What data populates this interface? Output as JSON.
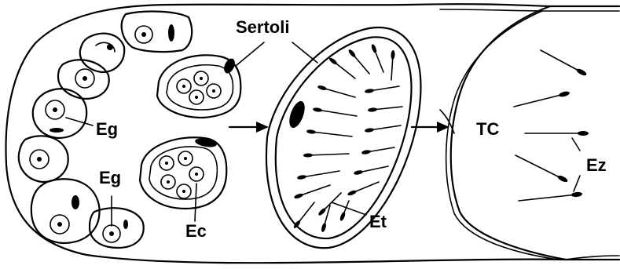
{
  "labels": {
    "sertoli": "Sertoli",
    "eg_upper": "Eg",
    "eg_lower": "Eg",
    "ec": "Ec",
    "et": "Et",
    "tc": "TC",
    "ez": "Ez"
  }
}
